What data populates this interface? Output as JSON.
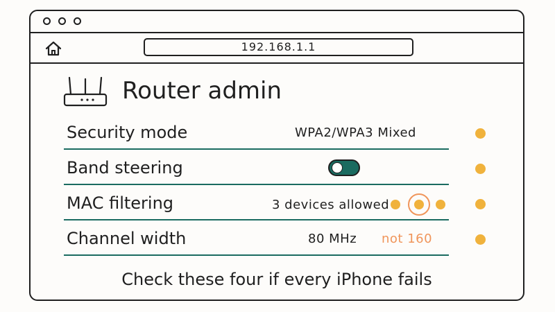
{
  "browser": {
    "url": "192.168.1.1"
  },
  "page": {
    "title": "Router admin",
    "footer": "Check these four if every iPhone fails"
  },
  "settings": [
    {
      "label": "Security mode",
      "value": "WPA2/WPA3  Mixed"
    },
    {
      "label": "Band steering",
      "value": "",
      "toggle_on": false
    },
    {
      "label": "MAC filtering",
      "value": "3 devices allowed",
      "options_count": 3,
      "selected_option": 2
    },
    {
      "label": "Channel width",
      "value": "80 MHz",
      "note": "not 160"
    }
  ],
  "colors": {
    "accent": "#1a6b60",
    "marker": "#f0b23c",
    "note": "#f0955a",
    "ink": "#1f1f1f"
  },
  "icons": {
    "home": "home-icon",
    "router": "router-icon"
  }
}
